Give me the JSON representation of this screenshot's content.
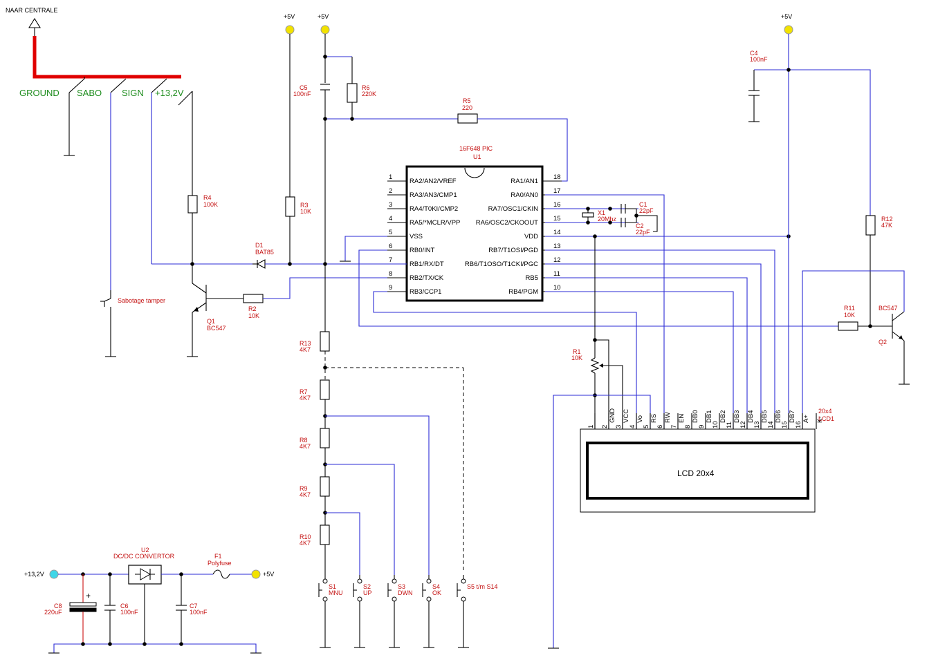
{
  "central": "NAAR CENTRALE",
  "terminals": [
    "GROUND",
    "SABO",
    "SIGN",
    "+13,2V"
  ],
  "supplies": {
    "vcc": "+5V",
    "v13": "+13,2V"
  },
  "ic": {
    "name": "16F648 PIC",
    "ref": "U1",
    "left_pins": [
      {
        "num": "1",
        "name": "RA2/AN2/VREF"
      },
      {
        "num": "2",
        "name": "RA3/AN3/CMP1"
      },
      {
        "num": "3",
        "name": "RA4/T0KI/CMP2"
      },
      {
        "num": "4",
        "name": "RA5/*MCLR/VPP"
      },
      {
        "num": "5",
        "name": "VSS"
      },
      {
        "num": "6",
        "name": "RB0/INT"
      },
      {
        "num": "7",
        "name": "RB1/RX/DT"
      },
      {
        "num": "8",
        "name": "RB2/TX/CK"
      },
      {
        "num": "9",
        "name": "RB3/CCP1"
      }
    ],
    "right_pins": [
      {
        "num": "18",
        "name": "RA1/AN1"
      },
      {
        "num": "17",
        "name": "RA0/AN0"
      },
      {
        "num": "16",
        "name": "RA7/OSC1/CKIN"
      },
      {
        "num": "15",
        "name": "RA6/OSC2/CKOOUT"
      },
      {
        "num": "14",
        "name": "VDD"
      },
      {
        "num": "13",
        "name": "RB7/T1OSI/PGD"
      },
      {
        "num": "12",
        "name": "RB6/T1OSO/T1CKI/PGC"
      },
      {
        "num": "11",
        "name": "RB5"
      },
      {
        "num": "10",
        "name": "RB4/PGM"
      }
    ]
  },
  "components": {
    "c5": {
      "ref": "C5",
      "val": "100nF"
    },
    "r6": {
      "ref": "R6",
      "val": "220K"
    },
    "r5": {
      "ref": "R5",
      "val": "220"
    },
    "r4": {
      "ref": "R4",
      "val": "100K"
    },
    "r3": {
      "ref": "R3",
      "val": "10K"
    },
    "d1": {
      "ref": "D1",
      "val": "BAT85"
    },
    "r2": {
      "ref": "R2",
      "val": "10K"
    },
    "q1": {
      "ref": "Q1",
      "val": "BC547"
    },
    "tamper": {
      "label": "Sabotage tamper"
    },
    "x1": {
      "ref": "X1",
      "val": "20Mhz"
    },
    "c1": {
      "ref": "C1",
      "val": "22pF"
    },
    "c2": {
      "ref": "C2",
      "val": "22pF"
    },
    "c4": {
      "ref": "C4",
      "val": "100nF"
    },
    "r12": {
      "ref": "R12",
      "val": "47K"
    },
    "r11": {
      "ref": "R11",
      "val": "10K"
    },
    "q2": {
      "ref": "Q2",
      "val": "BC547"
    },
    "r1": {
      "ref": "R1",
      "val": "10K"
    },
    "r13": {
      "ref": "R13",
      "val": "4K7"
    },
    "r7": {
      "ref": "R7",
      "val": "4K7"
    },
    "r8": {
      "ref": "R8",
      "val": "4K7"
    },
    "r9": {
      "ref": "R9",
      "val": "4K7"
    },
    "r10": {
      "ref": "R10",
      "val": "4K7"
    },
    "u2": {
      "ref": "U2",
      "val": "DC/DC CONVERTOR"
    },
    "f1": {
      "ref": "F1",
      "val": "Polyfuse"
    },
    "c8": {
      "ref": "C8",
      "val": "220uF"
    },
    "c6": {
      "ref": "C6",
      "val": "100nF"
    },
    "c7": {
      "ref": "C7",
      "val": "100nF"
    }
  },
  "switches": [
    {
      "ref": "S1",
      "val": "MNU"
    },
    {
      "ref": "S2",
      "val": "UP"
    },
    {
      "ref": "S3",
      "val": "DWN"
    },
    {
      "ref": "S4",
      "val": "OK"
    },
    {
      "ref": "S5 t/m S14",
      "val": ""
    }
  ],
  "lcd": {
    "ref": "20x4",
    "name": "LCD1",
    "display": "LCD 20x4",
    "pins": [
      {
        "num": "1",
        "name": ""
      },
      {
        "num": "2",
        "name": "GND"
      },
      {
        "num": "3",
        "name": "VCC"
      },
      {
        "num": "4",
        "name": "Vo"
      },
      {
        "num": "5",
        "name": "RS"
      },
      {
        "num": "6",
        "name": "RW"
      },
      {
        "num": "7",
        "name": "EN"
      },
      {
        "num": "8",
        "name": "DB0"
      },
      {
        "num": "9",
        "name": "DB1"
      },
      {
        "num": "10",
        "name": "DB2"
      },
      {
        "num": "11",
        "name": "DB3"
      },
      {
        "num": "12",
        "name": "DB4"
      },
      {
        "num": "13",
        "name": "DB5"
      },
      {
        "num": "14",
        "name": "DB6"
      },
      {
        "num": "15",
        "name": "DB7"
      },
      {
        "num": "16",
        "name": "A+"
      },
      {
        "num": "",
        "name": "K-"
      }
    ]
  },
  "colors": {
    "wire": "#2b2bd6",
    "label": "#c41010",
    "bus": "#e00000",
    "terminal": "#1d8c1d",
    "vcc_dot": "#f2e200",
    "v13_dot": "#3fd6e8"
  }
}
